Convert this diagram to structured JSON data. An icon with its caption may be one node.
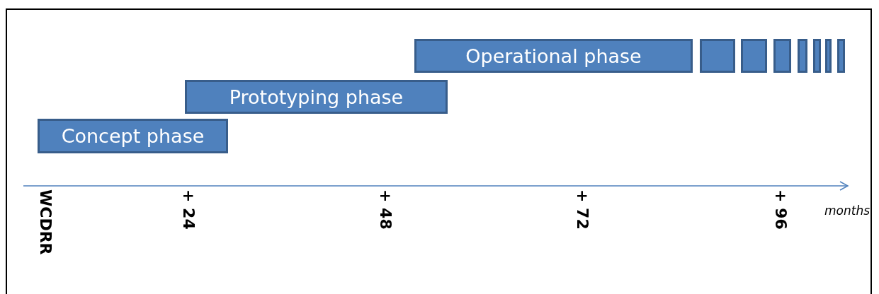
{
  "diagram": {
    "nodes": [
      {
        "text": [
          "Concept phase"
        ]
      },
      {
        "text": [
          "Prototyping phase"
        ]
      },
      {
        "text": [
          "Operational phase"
        ]
      },
      {
        "text": [],
        "shape": "box"
      },
      {
        "text": [],
        "shape": "box"
      },
      {
        "text": [],
        "shape": "box"
      },
      {
        "text": [],
        "shape": "box"
      },
      {
        "text": [],
        "shape": "box"
      },
      {
        "text": [],
        "shape": "box"
      },
      {
        "text": [],
        "shape": "box"
      }
    ],
    "edges": [],
    "labels": [
      "WCDRR",
      "+ 24",
      "+ 48",
      "+ 72",
      "+ 96",
      "months"
    ]
  }
}
